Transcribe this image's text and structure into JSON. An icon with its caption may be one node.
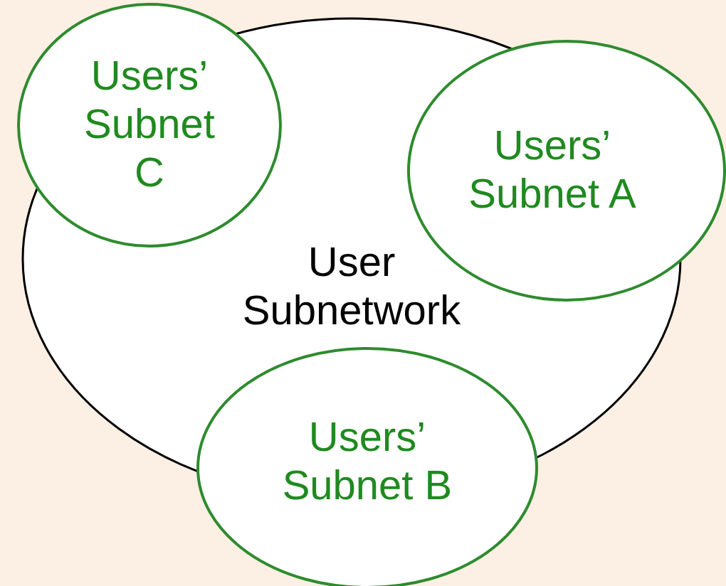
{
  "diagram": {
    "nodes": [
      {
        "text": [
          "User Subnetwork"
        ]
      },
      {
        "text": [
          "Users’ Subnet C"
        ]
      },
      {
        "text": [
          "Users’ Subnet A"
        ]
      },
      {
        "text": [
          "Users’ Subnet B"
        ]
      }
    ]
  }
}
